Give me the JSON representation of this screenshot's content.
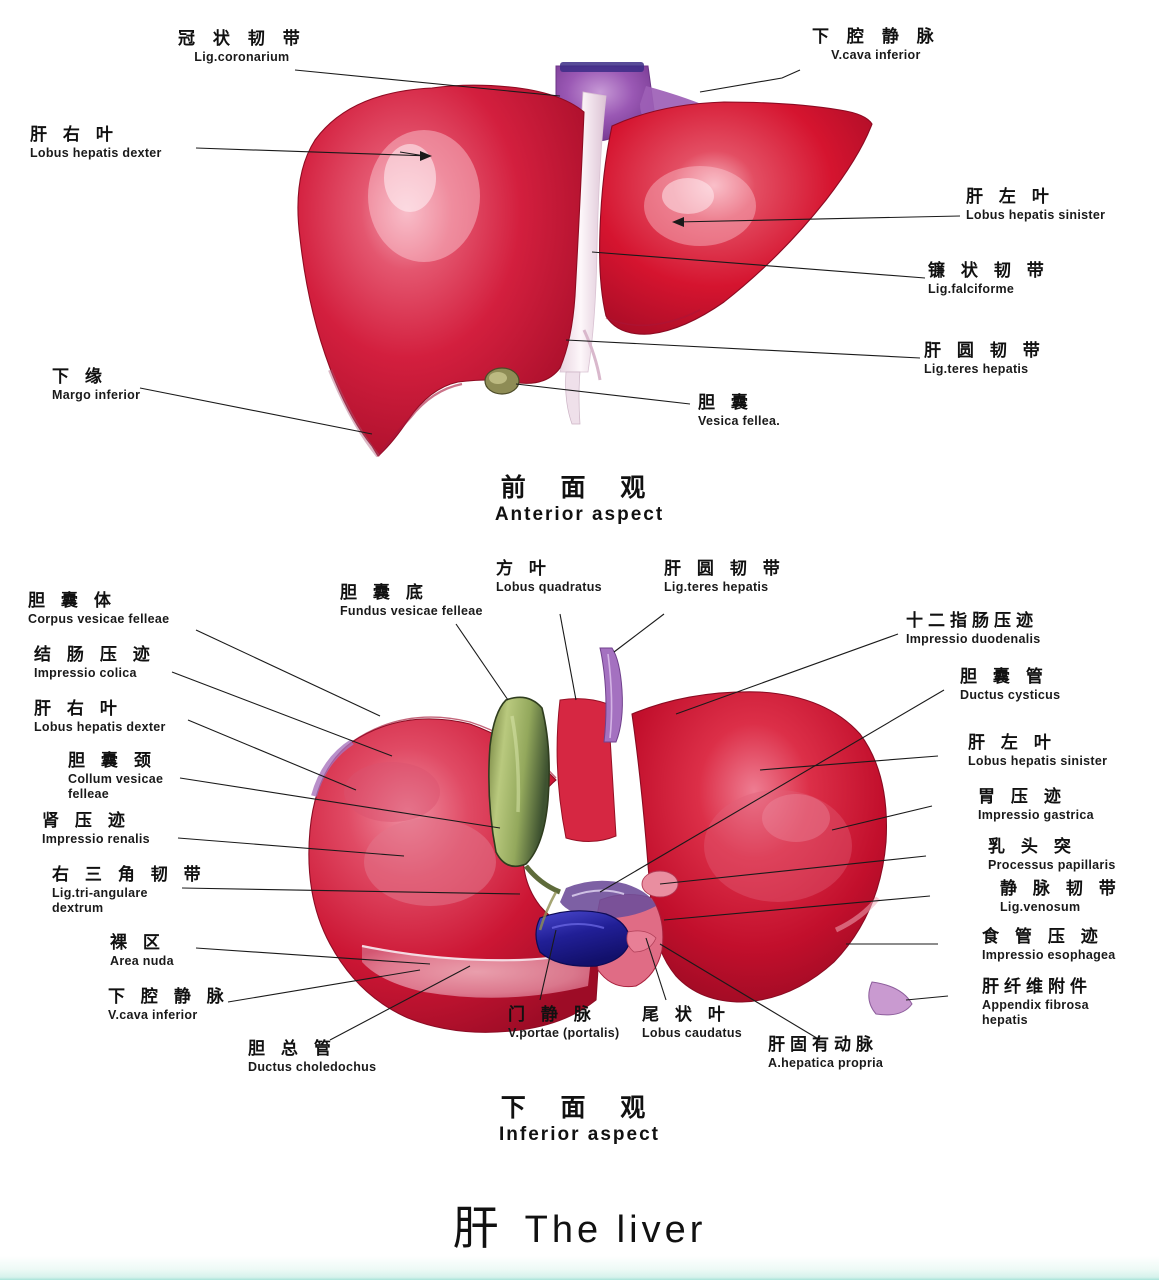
{
  "title": {
    "cn": "肝",
    "en": "The liver"
  },
  "figures": [
    {
      "id": "anterior",
      "caption": {
        "cn": "前 面 观",
        "en": "Anterior aspect"
      },
      "labels": [
        {
          "key": "lig_coronarium",
          "cn": "冠 状 韧 带",
          "la": "Lig.coronarium"
        },
        {
          "key": "v_cava_inferior",
          "cn": "下 腔 静 脉",
          "la": "V.cava inferior"
        },
        {
          "key": "lobus_dexter",
          "cn": "肝 右 叶",
          "la": "Lobus hepatis dexter"
        },
        {
          "key": "lobus_sinister",
          "cn": "肝 左 叶",
          "la": "Lobus hepatis sinister"
        },
        {
          "key": "lig_falciforme",
          "cn": "镰 状 韧 带",
          "la": "Lig.falciforme"
        },
        {
          "key": "lig_teres",
          "cn": "肝 圆 韧 带",
          "la": "Lig.teres hepatis"
        },
        {
          "key": "margo_inferior",
          "cn": "下 缘",
          "la": "Margo inferior"
        },
        {
          "key": "vesica_fellea",
          "cn": "胆 囊",
          "la": "Vesica fellea."
        }
      ]
    },
    {
      "id": "inferior",
      "caption": {
        "cn": "下 面 观",
        "en": "Inferior  aspect"
      },
      "labels": [
        {
          "key": "corpus_vesicae",
          "cn": "胆 囊 体",
          "la": "Corpus vesicae felleae"
        },
        {
          "key": "impressio_colica",
          "cn": "结 肠 压 迹",
          "la": "Impressio colica"
        },
        {
          "key": "lobus_dexter2",
          "cn": "肝 右 叶",
          "la": "Lobus hepatis dexter"
        },
        {
          "key": "collum_vesicae",
          "cn": "胆 囊 颈",
          "la": "Collum vesicae",
          "la2": "felleae"
        },
        {
          "key": "impressio_renalis",
          "cn": "肾 压 迹",
          "la": "Impressio renalis"
        },
        {
          "key": "lig_triangulare",
          "cn": "右 三 角 韧 带",
          "la": "Lig.tri-angulare",
          "la2": "dextrum"
        },
        {
          "key": "area_nuda",
          "cn": "裸 区",
          "la": "Area nuda"
        },
        {
          "key": "v_cava_inferior2",
          "cn": "下 腔 静 脉",
          "la": "V.cava inferior"
        },
        {
          "key": "ductus_choledochus",
          "cn": "胆 总 管",
          "la": "Ductus choledochus"
        },
        {
          "key": "fundus_vesicae",
          "cn": "胆 囊 底",
          "la": "Fundus vesicae felleae"
        },
        {
          "key": "lobus_quadratus",
          "cn": "方 叶",
          "la": "Lobus quadratus"
        },
        {
          "key": "lig_teres2",
          "cn": "肝 圆 韧 带",
          "la": "Lig.teres hepatis"
        },
        {
          "key": "impressio_duodenalis",
          "cn": "十二指肠压迹",
          "la": "Impressio duodenalis"
        },
        {
          "key": "ductus_cysticus",
          "cn": "胆 囊 管",
          "la": "Ductus cysticus"
        },
        {
          "key": "lobus_sinister2",
          "cn": "肝 左 叶",
          "la": "Lobus hepatis sinister"
        },
        {
          "key": "impressio_gastrica",
          "cn": "胃 压 迹",
          "la": "Impressio gastrica"
        },
        {
          "key": "processus_papillaris",
          "cn": "乳 头 突",
          "la": "Processus papillaris"
        },
        {
          "key": "lig_venosum",
          "cn": "静 脉 韧 带",
          "la": "Lig.venosum"
        },
        {
          "key": "impressio_esophagea",
          "cn": "食 管 压 迹",
          "la": "Impressio esophagea"
        },
        {
          "key": "appendix_fibrosa",
          "cn": "肝纤维附件",
          "la": "Appendix fibrosa",
          "la2": "hepatis"
        },
        {
          "key": "v_portae",
          "cn": "门 静 脉",
          "la": "V.portae (portalis)"
        },
        {
          "key": "lobus_caudatus",
          "cn": "尾 状 叶",
          "la": "Lobus caudatus"
        },
        {
          "key": "a_hepatica",
          "cn": "肝固有动脉",
          "la": "A.hepatica propria"
        }
      ]
    }
  ],
  "colors": {
    "liver_red": "#d8203f",
    "liver_crimson": "#c4162f",
    "liver_pink": "#e8637f",
    "vena_cava_purple": "#8d4ea8",
    "gallbladder_green": "#9aad5e",
    "portal_vein_blue": "#2a29a8",
    "ligament_white": "#f0e2ea",
    "footer_band": "#a8e3d8"
  }
}
